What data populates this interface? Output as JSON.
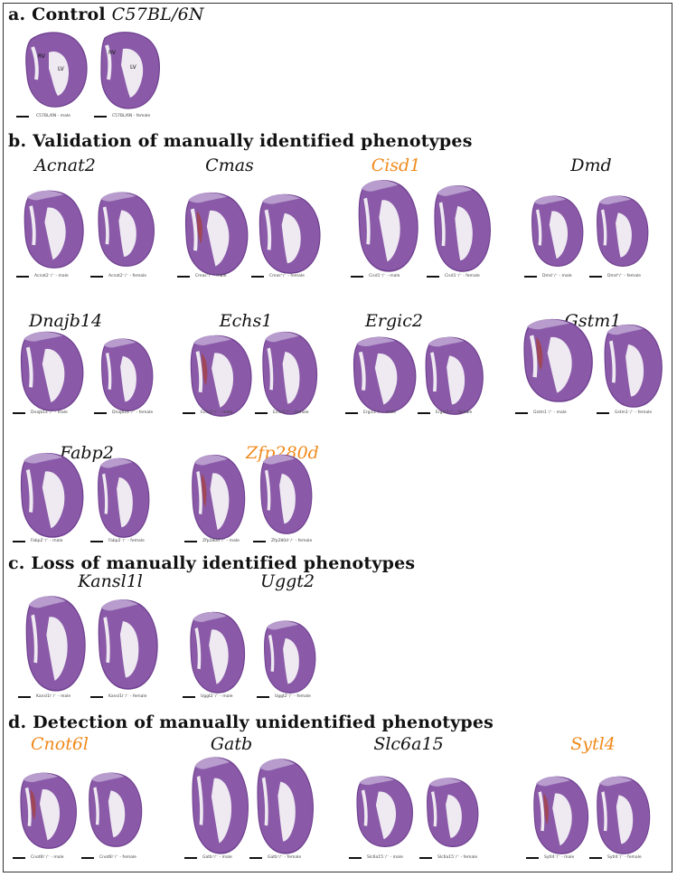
{
  "sections": {
    "a": {
      "prefix": "a.",
      "title": "Control",
      "strain": "C57BL/6N"
    },
    "b": {
      "title": "b.  Validation of manually identified phenotypes"
    },
    "c": {
      "title": "c.  Loss of manually identified phenotypes"
    },
    "d": {
      "title": "d.  Detection of manually unidentified phenotypes"
    }
  },
  "control": {
    "labels": {
      "rv": "RV",
      "lv": "LV"
    },
    "captions": {
      "male": "C57BL/6N - male",
      "female": "C57BL/6N - female"
    }
  },
  "genes": {
    "acnat2": {
      "name": "Acnat2",
      "male": "Acnat2⁻/⁻ - male",
      "female": "Acnat2⁻/⁻ - female"
    },
    "cmas": {
      "name": "Cmas",
      "male": "Cmas⁺/⁻ - male",
      "female": "Cmas⁺/⁻ - female"
    },
    "cisd1": {
      "name": "Cisd1",
      "male": "Cisd1⁻/⁻ - male",
      "female": "Cisd1⁻/⁻ - female"
    },
    "dmd": {
      "name": "Dmd",
      "male": "Dmd⁻/⁻ - male",
      "female": "Dmd⁺/⁻ - female"
    },
    "dnajb14": {
      "name": "Dnajb14",
      "male": "Dnajb14⁻/⁻ - male",
      "female": "Dnajb14⁻/⁻ - female"
    },
    "echs1": {
      "name": "Echs1",
      "male": "Echs1⁺/⁻ - male",
      "female": "Echs1⁺/⁻ - female"
    },
    "ergic2": {
      "name": "Ergic2",
      "male": "Ergic2⁻/⁻ - male",
      "female": "Ergic2⁻/⁻ - female"
    },
    "gstm1": {
      "name": "Gstm1",
      "male": "Gstm1⁻/⁻ - male",
      "female": "Gstm1⁻/⁻ - female"
    },
    "fabp2": {
      "name": "Fabp2",
      "male": "Fabp2⁻/⁻ - male",
      "female": "Fabp2⁻/⁻ - female"
    },
    "zfp280d": {
      "name": "Zfp280d",
      "male": "Zfp280d⁻/⁻ - male",
      "female": "Zfp280d⁻/⁻ - female"
    },
    "kansl1l": {
      "name": "Kansl1l",
      "male": "Kansl1l⁻/⁻ - male",
      "female": "Kansl1l⁻/⁻ - female"
    },
    "uggt2": {
      "name": "Uggt2",
      "male": "Uggt2⁻/⁻ - male",
      "female": "Uggt2⁻/⁻ - female"
    },
    "cnot6l": {
      "name": "Cnot6l",
      "male": "Cnot6l⁻/⁻ - male",
      "female": "Cnot6l⁻/⁻ - female"
    },
    "gatb": {
      "name": "Gatb",
      "male": "Gatb⁺/⁻ - male",
      "female": "Gatb⁺/⁻ - female"
    },
    "slc6a15": {
      "name": "Slc6a15",
      "male": "Slc6a15⁻/⁻ - male",
      "female": "Slc6a15⁻/⁻ - female"
    },
    "sytl4": {
      "name": "Sytl4",
      "male": "Sytl4⁻/⁻ - male",
      "female": "Sytl4⁻/⁻ - female"
    }
  },
  "highlighted": [
    "cisd1",
    "zfp280d",
    "cnot6l",
    "sytl4"
  ],
  "colors": {
    "highlight": "#f08a1c",
    "tissue": "#8a5aa8",
    "tissue_dark": "#6e3f8f",
    "tissue_light": "#b79ccd",
    "cavity": "#efeaf2",
    "blood": "#a5413f"
  }
}
